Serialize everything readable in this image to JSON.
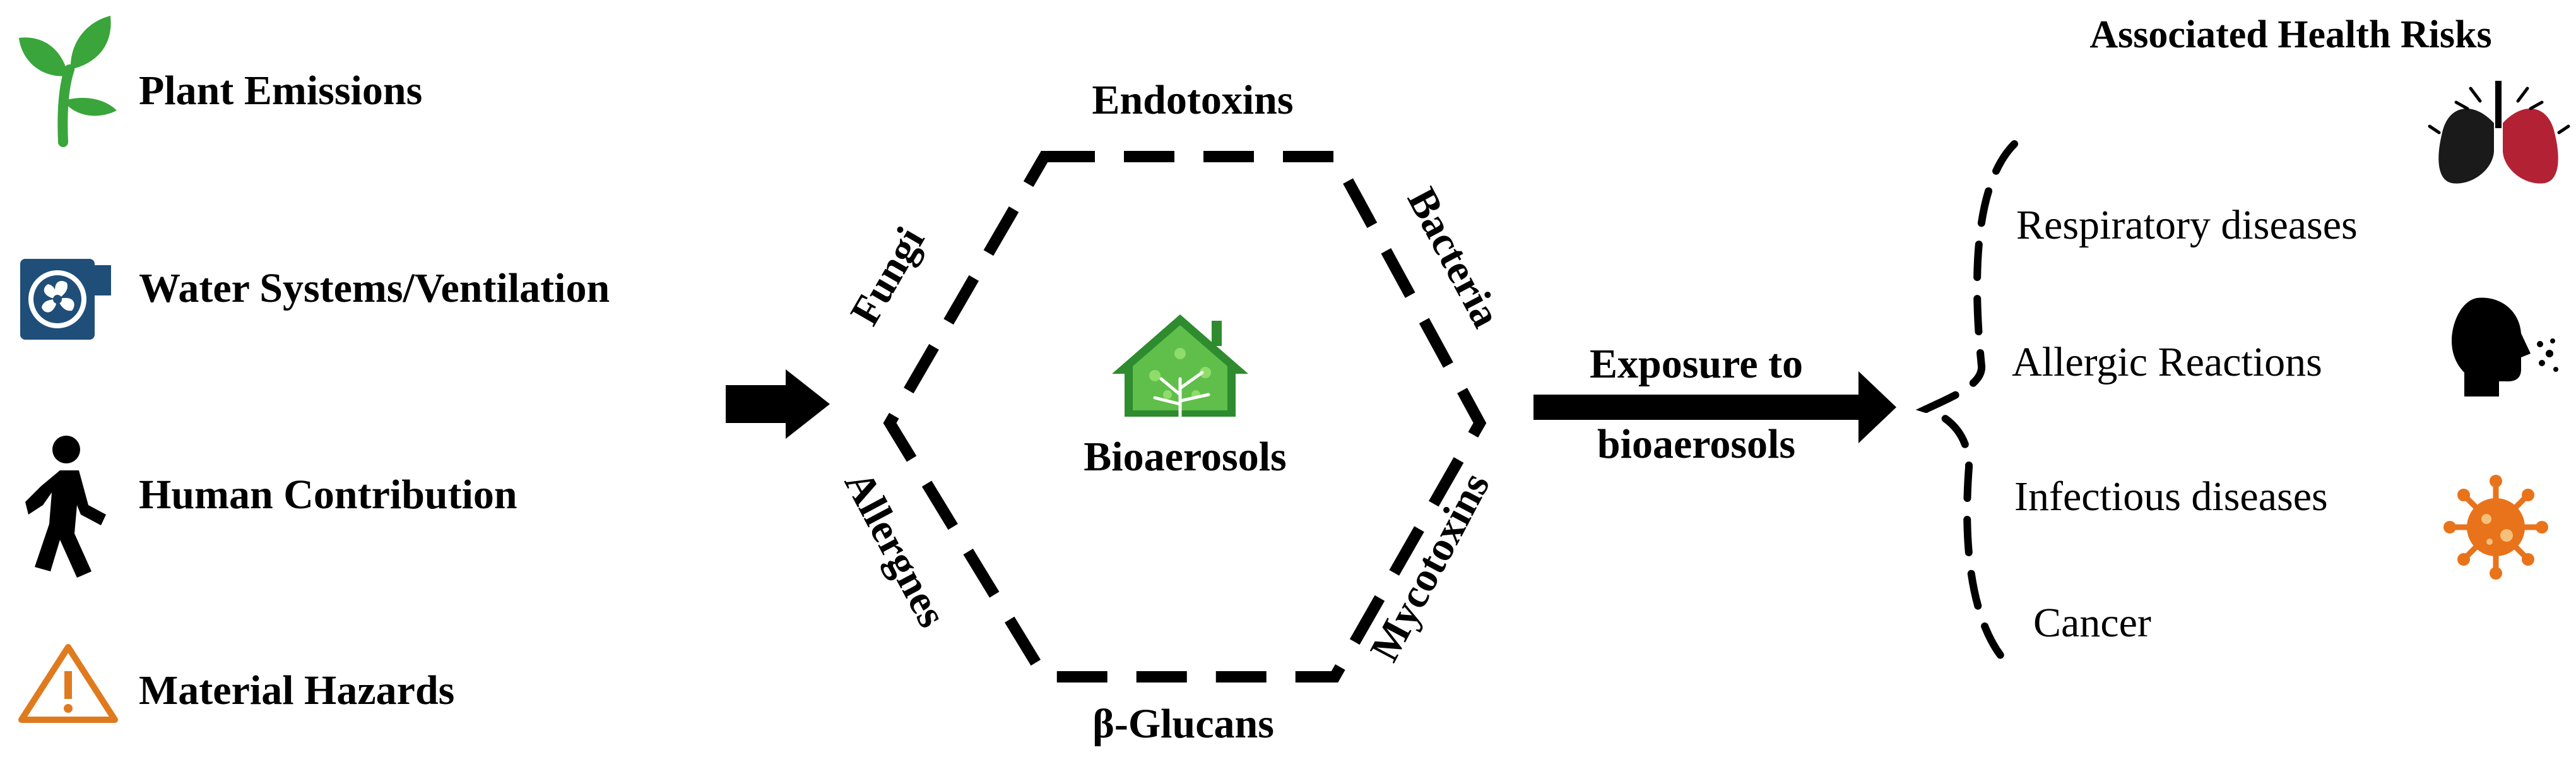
{
  "sources": [
    {
      "label": "Plant Emissions",
      "icon": "sprout-icon"
    },
    {
      "label": "Water Systems/Ventilation",
      "icon": "ventilation-fan-icon"
    },
    {
      "label": "Human Contribution",
      "icon": "walking-person-icon"
    },
    {
      "label": "Material Hazards",
      "icon": "warning-triangle-icon"
    }
  ],
  "hexagon": {
    "center_label": "Bioaerosols",
    "center_icon": "tree-house-icon",
    "top": "Endotoxins",
    "top_right": "Bacteria",
    "bottom_right": "Mycotoxins",
    "bottom": "β-Glucans",
    "bottom_left": "Allergnes",
    "top_left": "Fungi"
  },
  "exposure": {
    "line1": "Exposure to",
    "line2": "bioaerosols"
  },
  "risks": {
    "title": "Associated Health Risks",
    "items": [
      {
        "label": "Respiratory diseases",
        "icon": "lungs-icon"
      },
      {
        "label": "Allergic Reactions",
        "icon": "sneezing-head-icon"
      },
      {
        "label": "Infectious diseases",
        "icon": "virus-icon"
      },
      {
        "label": "Cancer",
        "icon": ""
      }
    ]
  },
  "colors": {
    "sprout": "#3aa53a",
    "vent": "#1f4e79",
    "warning": "#e07a1f",
    "tree_house": "#2e8b2e",
    "lung_left": "#1a1a1a",
    "lung_right": "#b22234",
    "virus": "#e8731a"
  }
}
